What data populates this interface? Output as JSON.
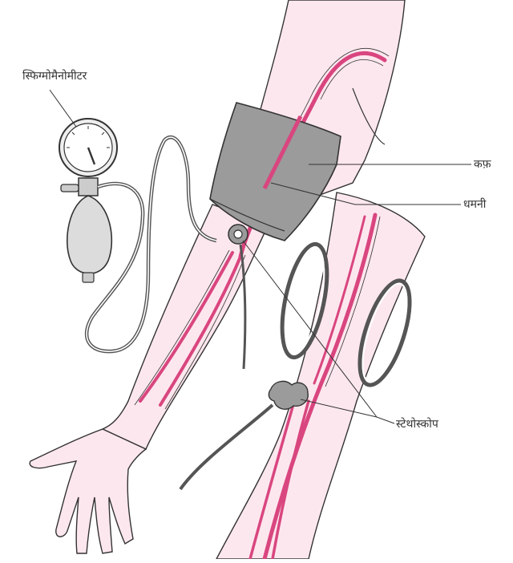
{
  "labels": {
    "sphygmomanometer": "स्फिग्मोमैनोमीटर",
    "cuff": "कफ़",
    "artery": "धमनी",
    "stethoscope": "स्टेथोस्कोप"
  },
  "colors": {
    "skin": "#fde7ee",
    "vessel": "#d9467f",
    "cuff": "#9b9b9b",
    "outline": "#333333",
    "tube": "#555555"
  }
}
